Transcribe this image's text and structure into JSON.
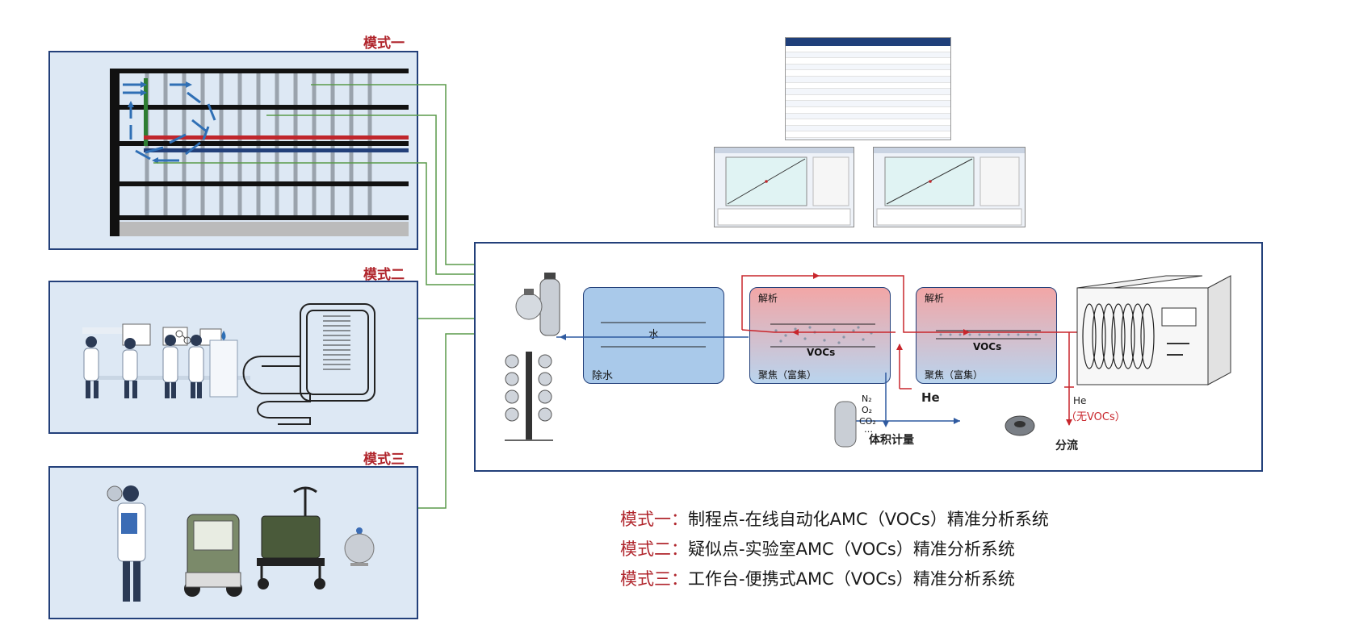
{
  "mode_titles": [
    "模式一",
    "模式二",
    "模式三"
  ],
  "chambers": {
    "dewater": {
      "inner": "水",
      "bottom": "除水"
    },
    "focus1": {
      "top": "解析",
      "center": "VOCs",
      "bottom": "聚焦（富集）"
    },
    "focus2": {
      "top": "解析",
      "center": "VOCs",
      "bottom": "聚焦（富集）"
    }
  },
  "gas_list": [
    "N₂",
    "O₂",
    "CO₂",
    "…"
  ],
  "labels": {
    "volume_meter": "体积计量",
    "he_inlet": "He",
    "split_gas": "He",
    "split_note": "（无VOCs）",
    "split": "分流"
  },
  "legend": [
    {
      "key": "模式一：",
      "value": "制程点-在线自动化AMC（VOCs）精准分析系统"
    },
    {
      "key": "模式二：",
      "value": "疑似点-实验室AMC（VOCs）精准分析系统"
    },
    {
      "key": "模式三：",
      "value": "工作台-便携式AMC（VOCs）精准分析系统"
    }
  ],
  "colors": {
    "accent_red": "#b0252c",
    "frame_blue": "#23407a",
    "panel_bg": "#dde8f4",
    "connector_green": "#5a9a4a",
    "flow_red": "#c8262c",
    "flow_blue": "#2f5aa0"
  }
}
